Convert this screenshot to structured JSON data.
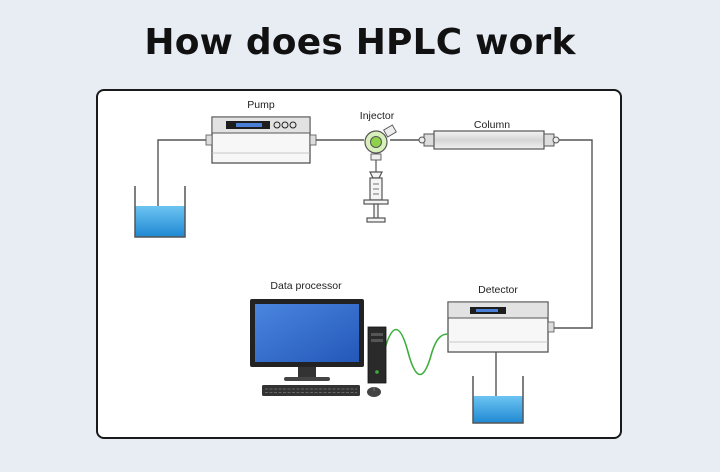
{
  "title": "How does HPLC work",
  "labels": {
    "pump": "Pump",
    "injector": "Injector",
    "column": "Column",
    "data_processor": "Data processor",
    "detector": "Detector"
  },
  "colors": {
    "background": "#e8edf4",
    "solvent": "#2f9fe0",
    "injector": "#8ed14b",
    "signal_wave": "#3dae3d",
    "display": "#2e62c8"
  }
}
